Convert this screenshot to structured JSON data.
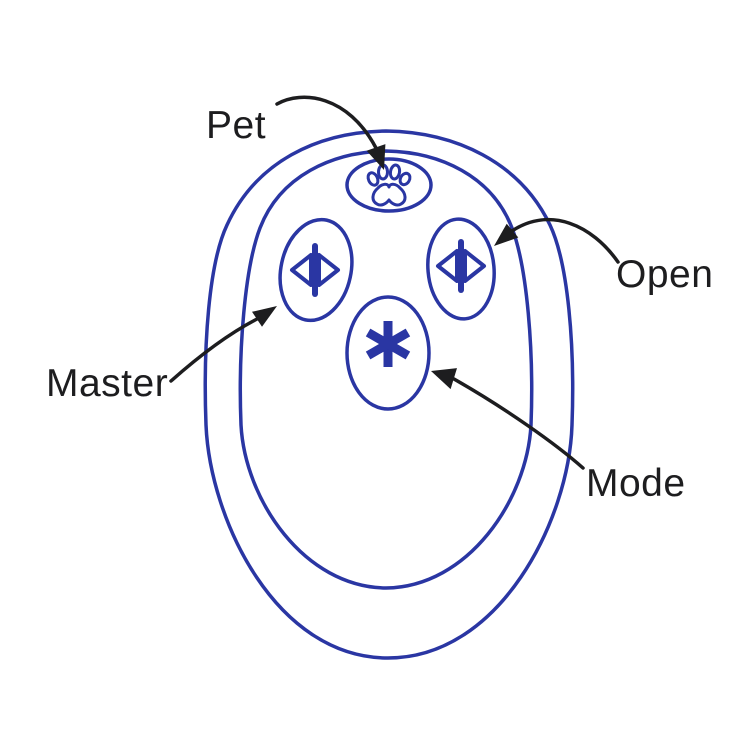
{
  "diagram": {
    "colors": {
      "outline": "#2a36a3",
      "annotation": "#1d1d1f",
      "background": "#ffffff"
    },
    "buttons": [
      {
        "id": "pet",
        "label": "Pet",
        "icon": "paw-icon",
        "position": "top-center"
      },
      {
        "id": "open",
        "label": "Open",
        "icon": "open-close-triangles-icon",
        "position": "middle-right"
      },
      {
        "id": "master",
        "label": "Master",
        "icon": "open-close-triangles-icon",
        "position": "middle-left"
      },
      {
        "id": "mode",
        "label": "Mode",
        "icon": "asterisk-icon",
        "position": "center"
      }
    ],
    "annotations": [
      {
        "label": "Pet",
        "points_to": "pet-button"
      },
      {
        "label": "Open",
        "points_to": "open-button"
      },
      {
        "label": "Master",
        "points_to": "master-button"
      },
      {
        "label": "Mode",
        "points_to": "mode-button"
      }
    ]
  }
}
